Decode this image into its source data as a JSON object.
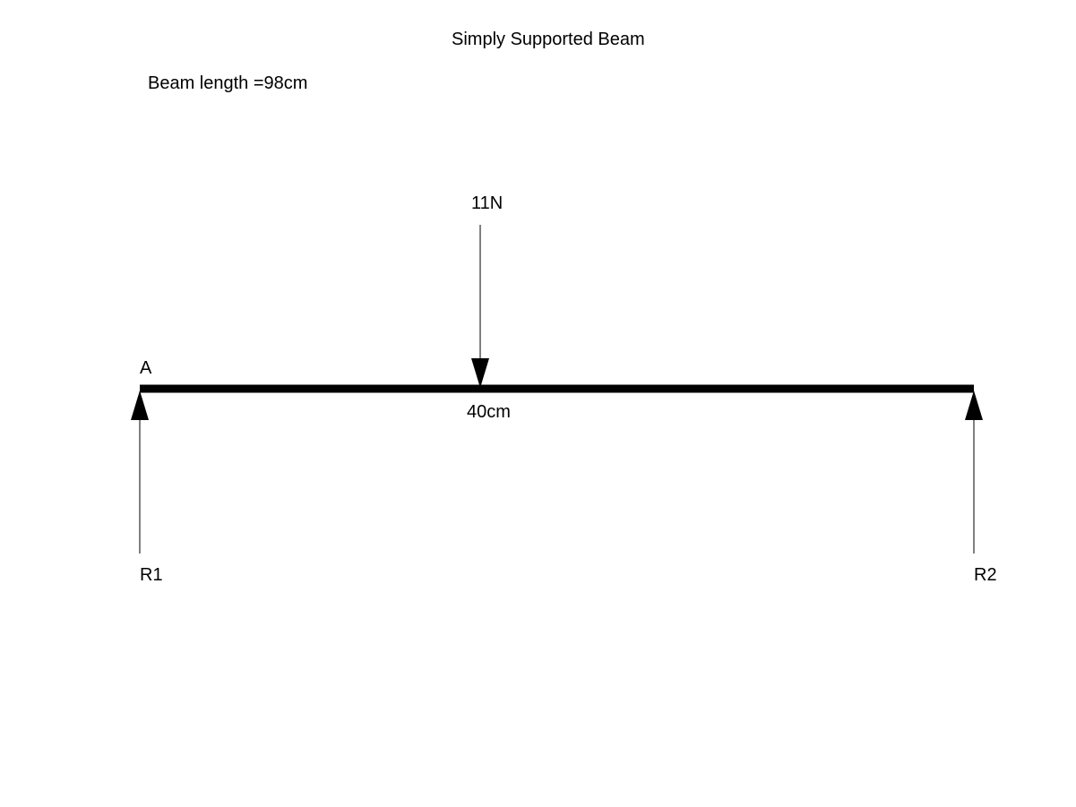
{
  "diagram": {
    "title": "Simply Supported Beam",
    "beam_length_label": "Beam length =98cm",
    "beam_length_cm": 98,
    "left_end_label": "A",
    "load": {
      "magnitude_label": "11N",
      "position_label": "40cm",
      "position_cm": 40,
      "direction": "down"
    },
    "reactions": [
      {
        "label": "R1",
        "direction": "up"
      },
      {
        "label": "R2",
        "direction": "up"
      }
    ],
    "colors": {
      "background": "#ffffff",
      "ink": "#000000"
    }
  }
}
